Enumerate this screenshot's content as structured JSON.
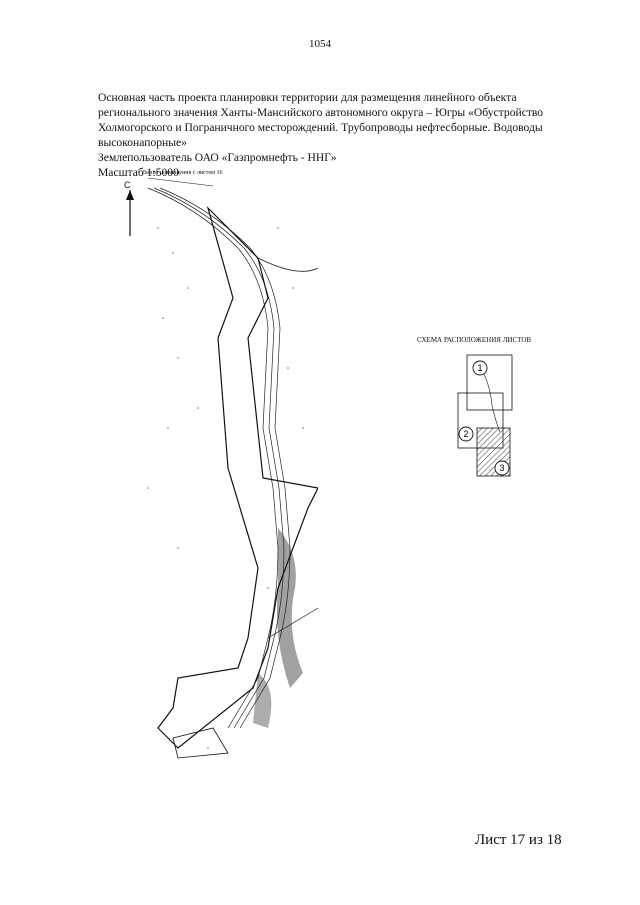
{
  "page": {
    "number": "1054",
    "sheet_label": "Лист 17 из 18"
  },
  "header": {
    "title": "Основная часть проекта планировки территории для размещения линейного объекта регионального значения Ханты-Мансийского автономного округа – Югры «Обустройство Холмогорского и Пограничного месторождений. Трубопроводы нефтесборные. Водоводы высоконапорные»",
    "land_user": "Землепользователь ОАО «Газпромнефть - ННГ»",
    "scale": "Масштаб 1:5000"
  },
  "map": {
    "match_line_label": "Линия совмещения с листом 16",
    "north_letter": "С"
  },
  "scheme": {
    "title": "СХЕМА РАСПОЛОЖЕНИЯ ЛИСТОВ",
    "sheets": [
      "1",
      "2",
      "3"
    ],
    "highlighted_sheet": "3"
  },
  "colors": {
    "ink": "#111111",
    "shade": "#8a8a8a",
    "hatch": "#555555"
  }
}
